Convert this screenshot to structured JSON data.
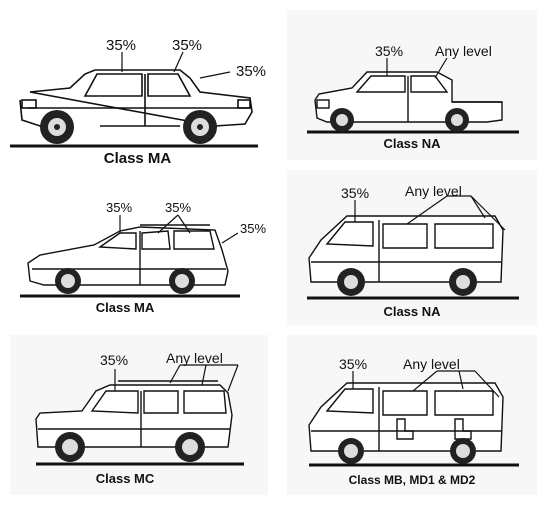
{
  "colors": {
    "ink": "#111111",
    "panel_bg": "#f7f7f7",
    "page_bg": "#ffffff"
  },
  "panels": [
    {
      "id": "sedan",
      "caption": "Class MA",
      "labels": [
        "35%",
        "35%",
        "35%"
      ]
    },
    {
      "id": "pickup",
      "caption": "Class NA",
      "labels": [
        "35%",
        "Any level"
      ]
    },
    {
      "id": "wagon",
      "caption": "Class MA",
      "labels": [
        "35%",
        "35%",
        "35%"
      ]
    },
    {
      "id": "van",
      "caption": "Class NA",
      "labels": [
        "35%",
        "Any level"
      ]
    },
    {
      "id": "suv",
      "caption": "Class MC",
      "labels": [
        "35%",
        "Any level"
      ]
    },
    {
      "id": "minibus",
      "caption": "Class MB, MD1 & MD2",
      "labels": [
        "35%",
        "Any level"
      ]
    }
  ]
}
